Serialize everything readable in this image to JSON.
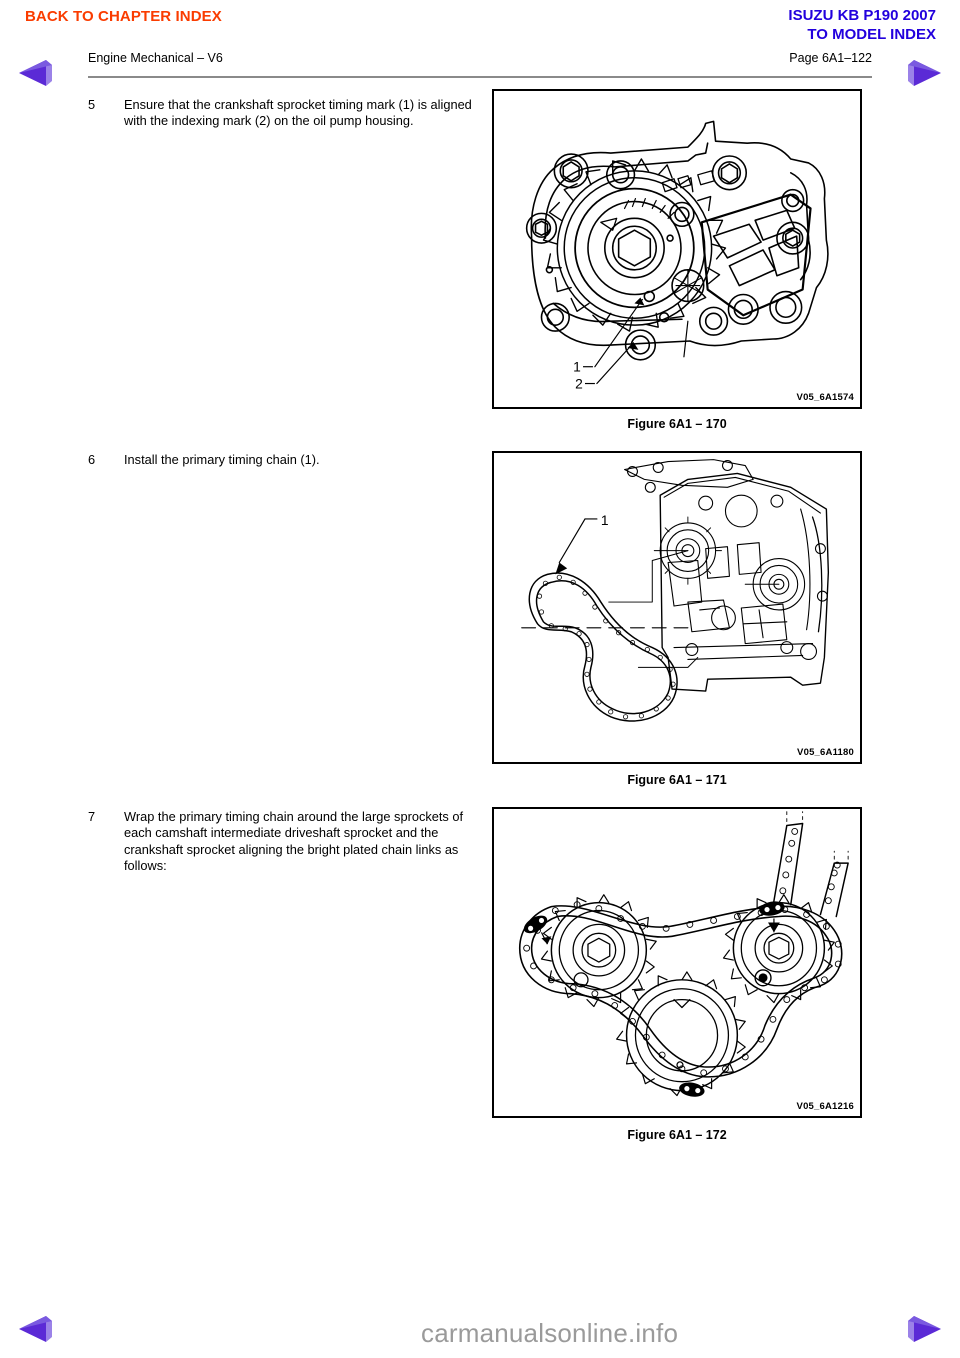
{
  "header": {
    "back_link": "BACK TO CHAPTER INDEX",
    "model_line1": "ISUZU KB P190 2007",
    "model_line2": "TO MODEL INDEX",
    "chapter": "Engine Mechanical – V6",
    "page_number": "Page 6A1–122",
    "back_link_color": "#fa3c00",
    "model_link_color": "#2200dd"
  },
  "nav": {
    "prev_top": "previous-page-arrow",
    "next_top": "next-page-arrow",
    "prev_bottom": "previous-page-arrow",
    "next_bottom": "next-page-arrow",
    "arrow_color": "#5b2ad6"
  },
  "steps": [
    {
      "number": "5",
      "text": "Ensure that the crankshaft sprocket timing mark (1) is aligned with the indexing mark (2) on the oil pump housing."
    },
    {
      "number": "6",
      "text": "Install the primary timing chain (1)."
    },
    {
      "number": "7",
      "text": "Wrap the primary timing chain around the large sprockets of each camshaft intermediate driveshaft sprocket and the crankshaft sprocket aligning the bright plated chain links as follows:"
    }
  ],
  "figures": [
    {
      "code": "V05_6A1574",
      "caption": "Figure 6A1 – 170",
      "callouts": [
        "1",
        "2"
      ],
      "alt": "Oil pump housing with crankshaft sprocket timing mark aligned to indexing mark"
    },
    {
      "code": "V05_6A1180",
      "caption": "Figure 6A1 – 171",
      "callouts": [
        "1"
      ],
      "alt": "Primary timing chain being installed onto engine block"
    },
    {
      "code": "V05_6A1216",
      "caption": "Figure 6A1 – 172",
      "callouts": [],
      "alt": "Primary timing chain routed around camshaft intermediate driveshaft and crankshaft sprockets with bright plated links marked"
    }
  ],
  "watermark": {
    "text": "carmanualsonline.info",
    "color": "#9a9a9a"
  }
}
